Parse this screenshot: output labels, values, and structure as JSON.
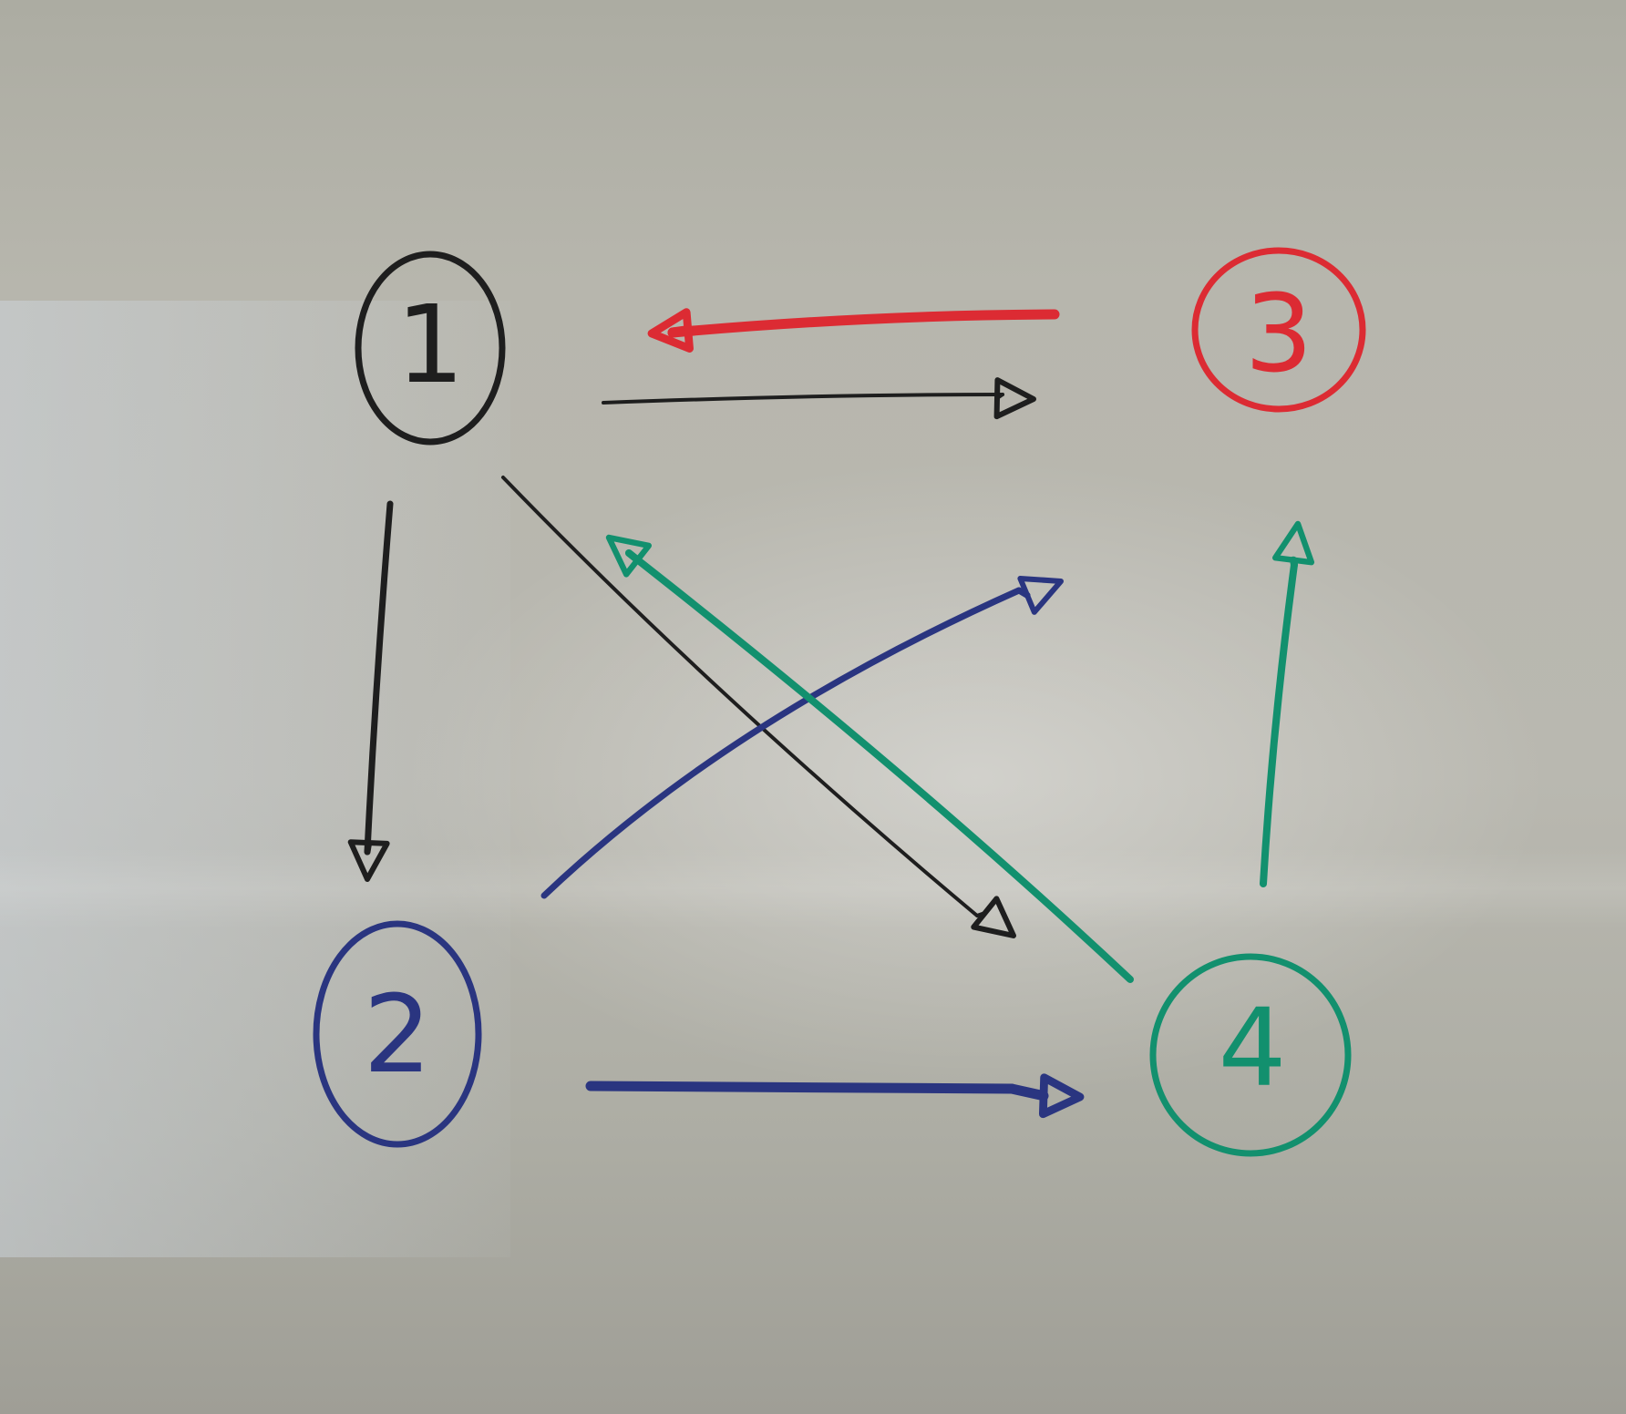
{
  "colors": {
    "black_marker": "#1e1e1e",
    "blue_marker": "#2a3580",
    "red_marker": "#dc2b33",
    "green_marker": "#12906e",
    "board": "#b8b7ae"
  },
  "nodes": [
    {
      "id": "1",
      "label": "1",
      "color": "#1e1e1e"
    },
    {
      "id": "2",
      "label": "2",
      "color": "#2a3580"
    },
    {
      "id": "3",
      "label": "3",
      "color": "#dc2b33"
    },
    {
      "id": "4",
      "label": "4",
      "color": "#12906e"
    }
  ],
  "edges": [
    {
      "from": "3",
      "to": "1",
      "color": "#dc2b33"
    },
    {
      "from": "1",
      "to": "3",
      "color": "#1e1e1e"
    },
    {
      "from": "1",
      "to": "2",
      "color": "#1e1e1e"
    },
    {
      "from": "1",
      "to": "4",
      "color": "#1e1e1e"
    },
    {
      "from": "2",
      "to": "3",
      "color": "#2a3580"
    },
    {
      "from": "4",
      "to": "1",
      "color": "#12906e"
    },
    {
      "from": "4",
      "to": "3",
      "color": "#12906e"
    },
    {
      "from": "2",
      "to": "4",
      "color": "#2a3580"
    }
  ]
}
